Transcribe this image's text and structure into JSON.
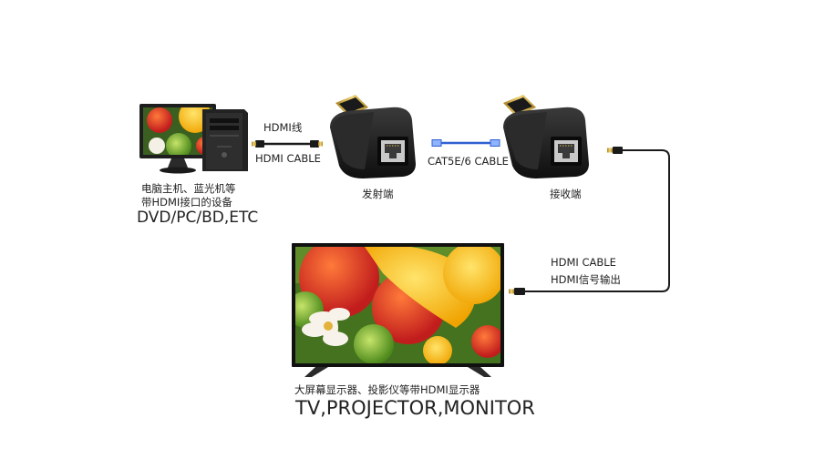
{
  "source": {
    "caption_line1": "电脑主机、蓝光机等",
    "caption_line2": "带HDMI接口的设备",
    "devices": "DVD/PC/BD,ETC"
  },
  "cable_in": {
    "label_cn": "HDMI线",
    "label_en": "HDMI CABLE"
  },
  "transmitter": {
    "label": "发射端"
  },
  "network_cable": {
    "label": "CAT5E/6 CABLE"
  },
  "receiver": {
    "label": "接收端"
  },
  "cable_out": {
    "label_en": "HDMI CABLE",
    "label_cn": "HDMI信号输出"
  },
  "display": {
    "caption": "大屏幕显示器、投影仪等带HDMI显示器",
    "devices": "TV,PROJECTOR,MONITOR"
  },
  "colors": {
    "cable": "#1a1a1a",
    "connector_gold": "#c8a23a",
    "extender_body": "#1b1b1b",
    "cat_cable": "#2f5fd0"
  }
}
